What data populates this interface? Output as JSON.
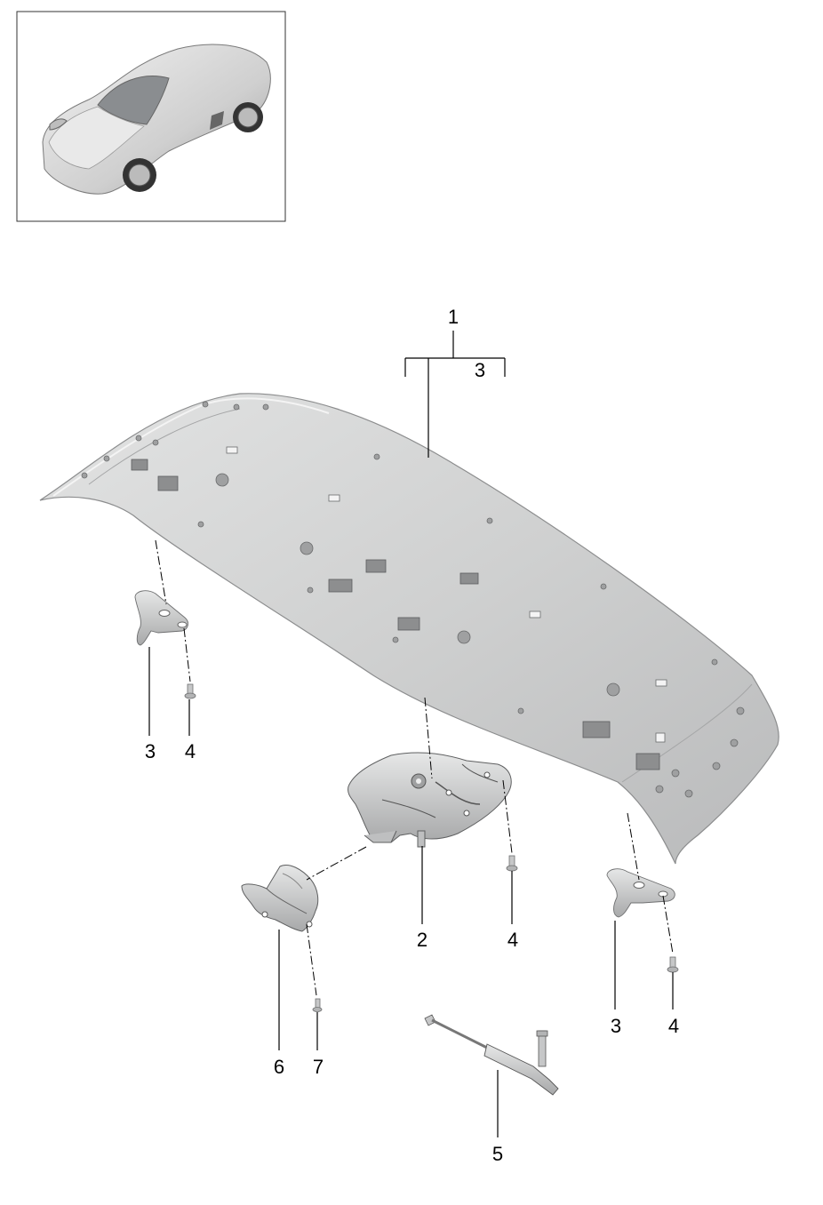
{
  "callouts": {
    "c1_top": "1",
    "c3_bracket": "3",
    "c3_left": "3",
    "c4_left": "4",
    "c2": "2",
    "c4_mid": "4",
    "c3_right": "3",
    "c4_right": "4",
    "c6": "6",
    "c7": "7",
    "c5": "5"
  },
  "colors": {
    "panel_fill": "#cfd0d0",
    "panel_edge": "#8c8d8e",
    "part_fill": "#d4d5d6",
    "line": "#000000"
  }
}
